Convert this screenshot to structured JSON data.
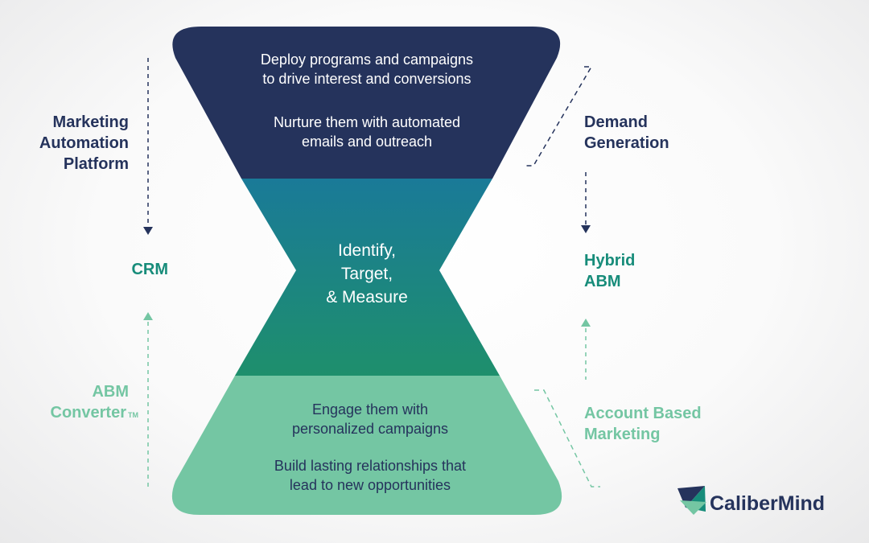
{
  "funnel": {
    "top": {
      "line1": "Deploy programs and campaigns",
      "line2": "to drive interest and conversions",
      "line3": "Nurture them with automated",
      "line4": "emails and outreach"
    },
    "middle": {
      "line1": "Identify,",
      "line2": "Target,",
      "line3": "& Measure"
    },
    "bottom": {
      "line1": "Engage them with",
      "line2": "personalized campaigns",
      "line3": "Build lasting relationships that",
      "line4": "lead to new opportunities"
    }
  },
  "left_labels": {
    "map": [
      "Marketing",
      "Automation",
      "Platform"
    ],
    "crm": "CRM",
    "abm_converter": [
      "ABM",
      "Converter"
    ],
    "trademark": "TM"
  },
  "right_labels": {
    "demand_generation": [
      "Demand",
      "Generation"
    ],
    "hybrid_abm": [
      "Hybrid",
      "ABM"
    ],
    "account_based_marketing": [
      "Account Based",
      "Marketing"
    ]
  },
  "brand": {
    "name": "CaliberMind"
  },
  "colors": {
    "navy": "#25335c",
    "teal_top": "#1a7d96",
    "teal_bottom": "#1d8e6e",
    "mint": "#74c6a3",
    "teal_text": "#178c7a"
  }
}
